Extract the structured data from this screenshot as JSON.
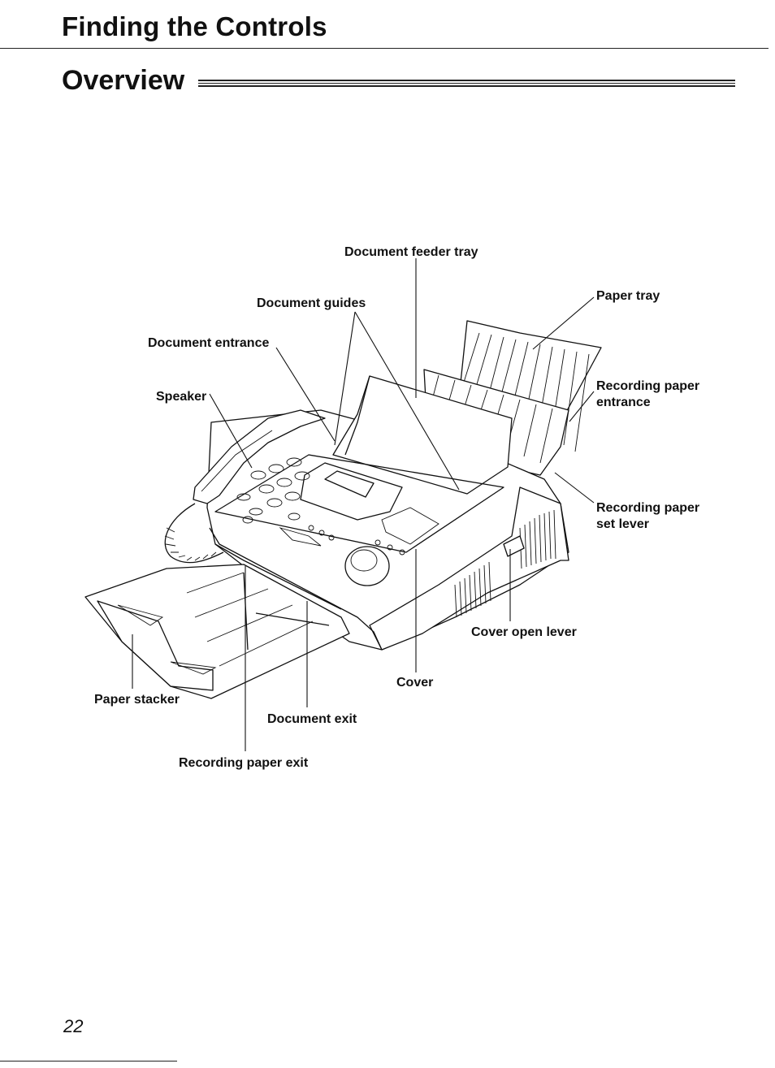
{
  "header": {
    "title": "Finding the Controls"
  },
  "section": {
    "title": "Overview"
  },
  "diagram": {
    "labels": {
      "document_feeder_tray": "Document feeder tray",
      "document_guides": "Document guides",
      "paper_tray": "Paper tray",
      "document_entrance": "Document entrance",
      "speaker": "Speaker",
      "recording_paper_entrance_l1": "Recording paper",
      "recording_paper_entrance_l2": "entrance",
      "recording_paper_set_lever_l1": "Recording paper",
      "recording_paper_set_lever_l2": "set lever",
      "cover_open_lever": "Cover open lever",
      "cover": "Cover",
      "paper_stacker": "Paper stacker",
      "document_exit": "Document exit",
      "recording_paper_exit": "Recording paper exit"
    }
  },
  "footer": {
    "page_number": "22"
  }
}
